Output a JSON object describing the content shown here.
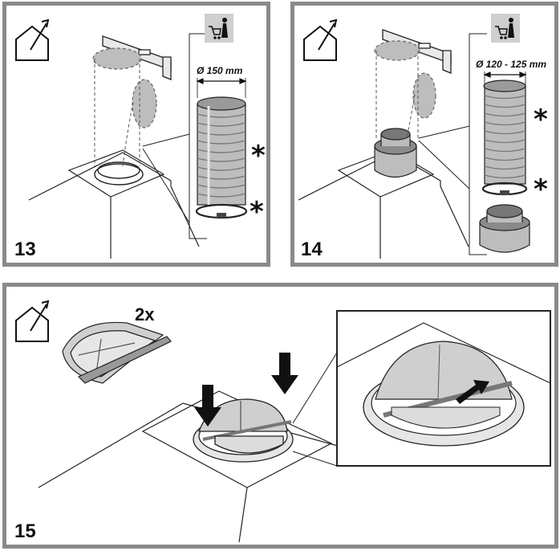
{
  "panels": {
    "p13": {
      "step": "13",
      "dimension": "Ø 150 mm",
      "markers": [
        "*",
        "*"
      ]
    },
    "p14": {
      "step": "14",
      "dimension": "Ø 120 - 125 mm",
      "markers": [
        "*",
        "*"
      ]
    },
    "p15": {
      "step": "15",
      "multiplier": "2x"
    }
  },
  "icons": {
    "house": "house-outlet-icon",
    "cart": "shopping-cart-person-icon",
    "arrow": "push-down-arrow-icon"
  },
  "colors": {
    "frame": "#8a8a8a",
    "fill": "#bdbdbd",
    "dark": "#555555"
  }
}
